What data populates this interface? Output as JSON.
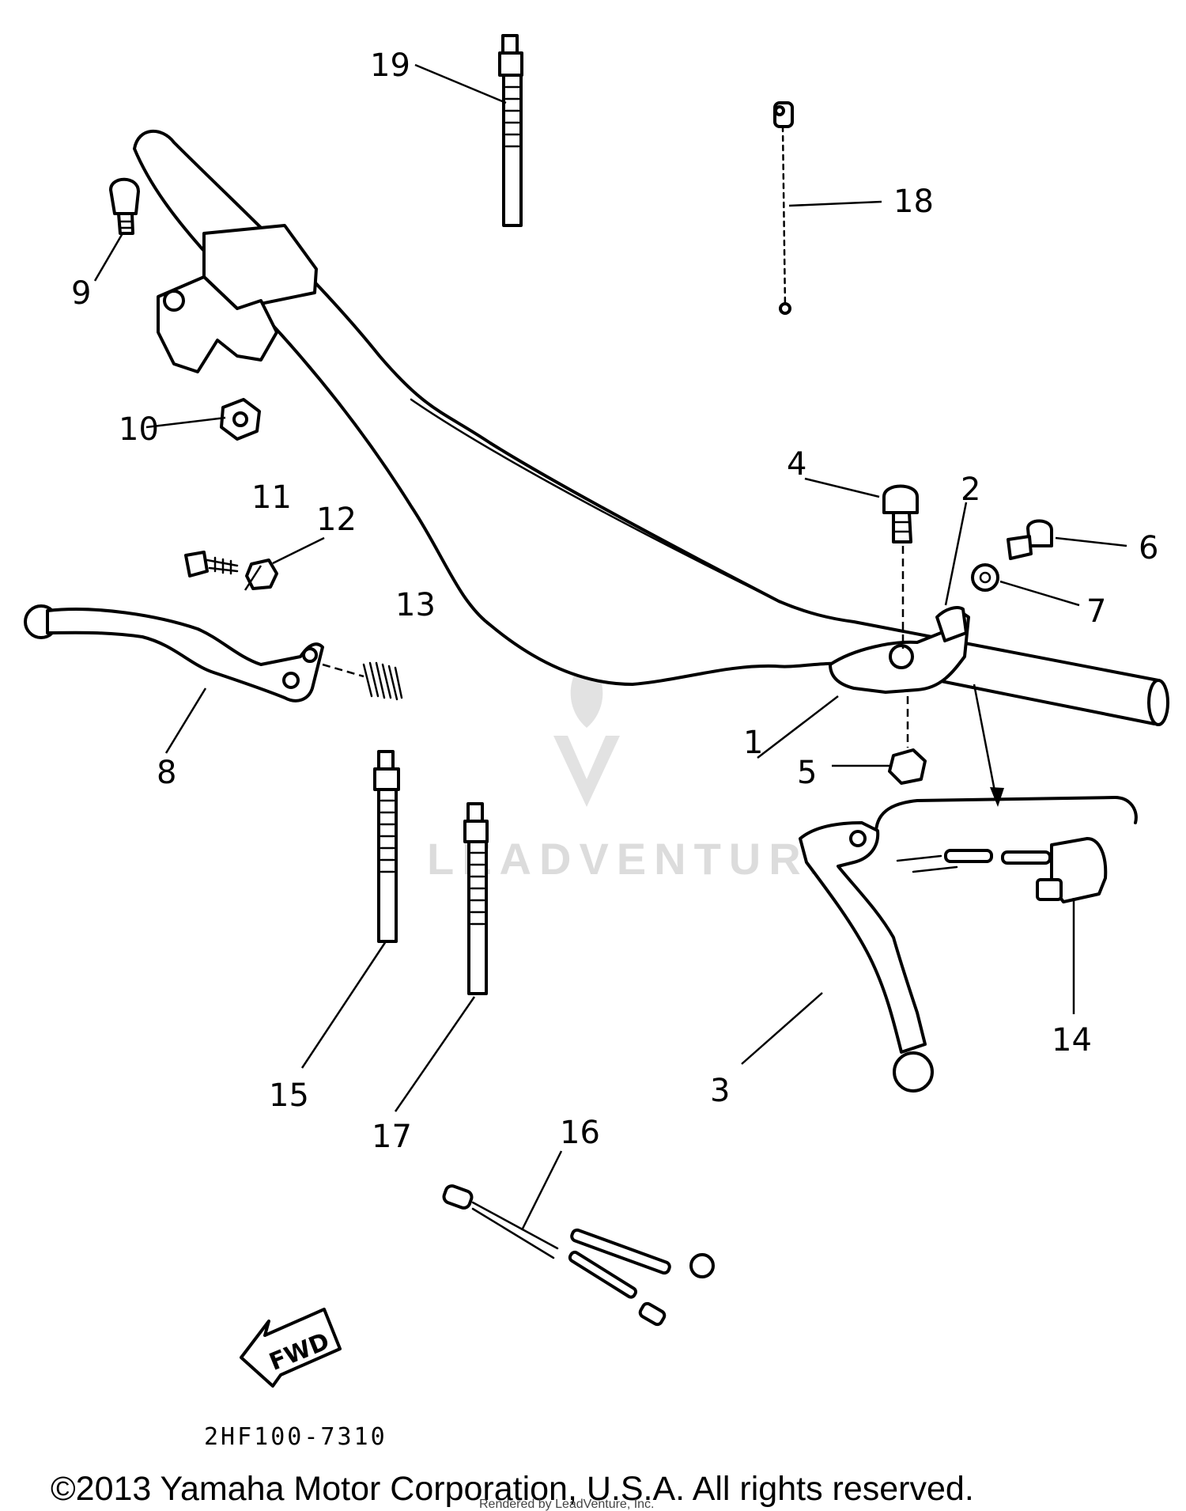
{
  "diagram_code": "2HF100-7310",
  "copyright": "©2013 Yamaha Motor Corporation, U.S.A. All rights reserved.",
  "rendered_by": "Rendered by LeadVenture, Inc.",
  "watermark": "LEADVENTURE",
  "fwd_label": "FWD",
  "callouts": {
    "c1": "1",
    "c2": "2",
    "c3": "3",
    "c4": "4",
    "c5": "5",
    "c6": "6",
    "c7": "7",
    "c8": "8",
    "c9": "9",
    "c10": "10",
    "c11": "11",
    "c12": "12",
    "c13": "13",
    "c14": "14",
    "c15": "15",
    "c16": "16",
    "c17": "17",
    "c18": "18",
    "c19": "19"
  }
}
